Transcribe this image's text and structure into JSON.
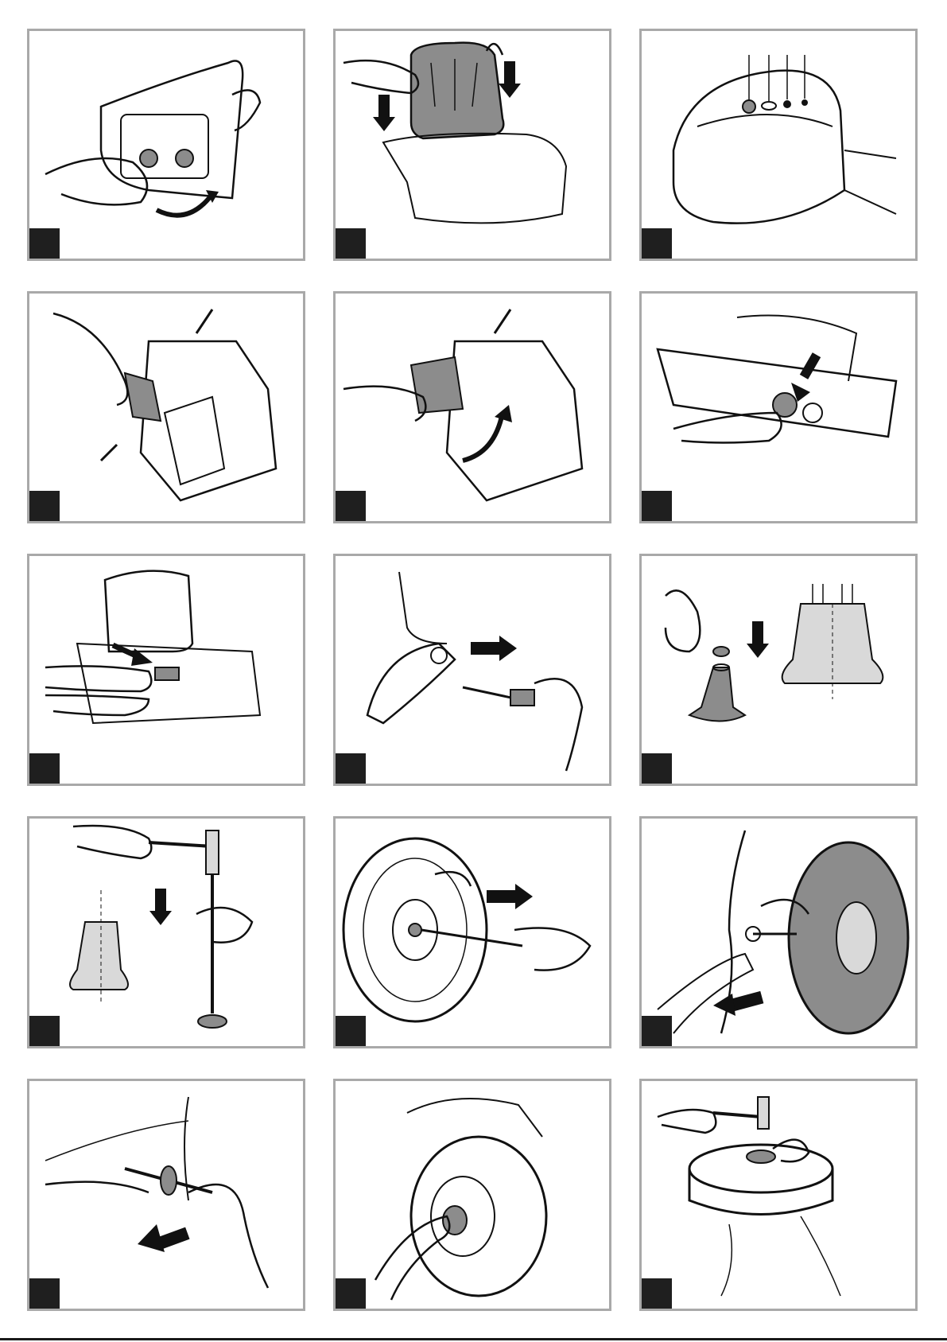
{
  "page": {
    "type": "assembly-instructions",
    "text_labels": "none",
    "colors": {
      "frame": "#a9a9a9",
      "badge": "#1f1f1f",
      "line": "#111111",
      "part_fill": "#8c8c8c",
      "light_fill": "#d9d9d9"
    }
  },
  "steps": [
    {
      "illustration": "seat-bolts-unscrew"
    },
    {
      "illustration": "seat-placement"
    },
    {
      "illustration": "battery-compartment-connectors"
    },
    {
      "illustration": "battery-cover-removal"
    },
    {
      "illustration": "battery-cover-flip"
    },
    {
      "illustration": "cap-press-in"
    },
    {
      "illustration": "seat-latch-push"
    },
    {
      "illustration": "axle-insert"
    },
    {
      "illustration": "washer-cap-placement"
    },
    {
      "illustration": "hammer-cap-tap"
    },
    {
      "illustration": "wheel-axle-slide"
    },
    {
      "illustration": "wheel-mount"
    },
    {
      "illustration": "axle-washer-insert"
    },
    {
      "illustration": "hub-cap-fit"
    },
    {
      "illustration": "hammer-hub-cap"
    }
  ]
}
